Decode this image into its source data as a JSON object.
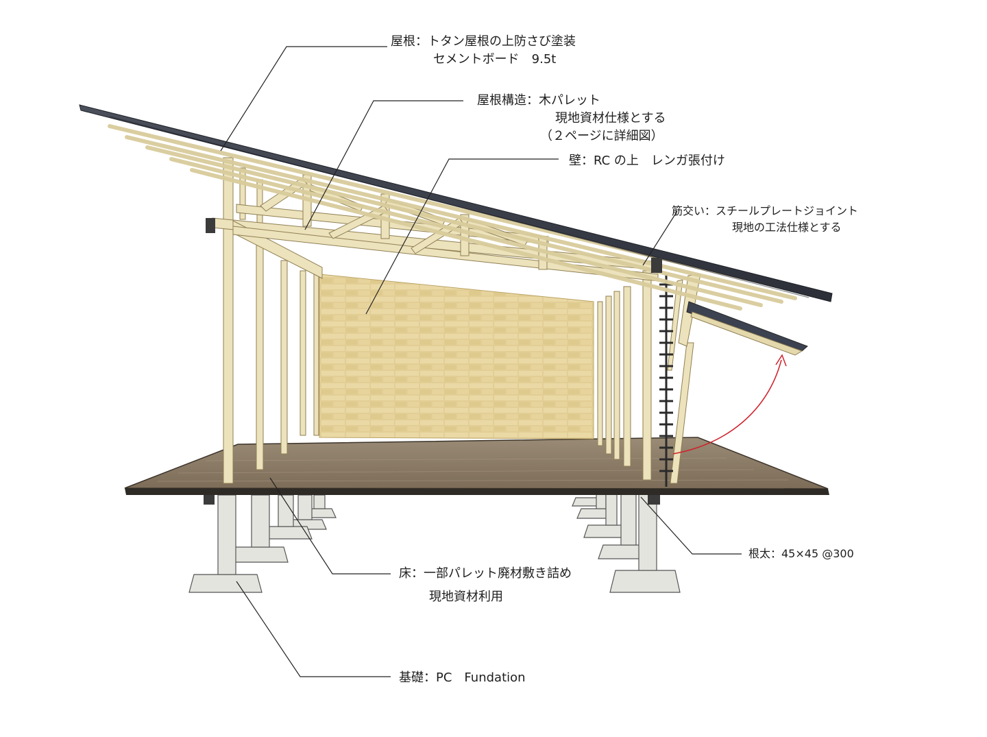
{
  "labels": {
    "roof": {
      "line1": "屋根：トタン屋根の上防さび塗装",
      "line2": "セメントボード　9.5t"
    },
    "roof_structure": {
      "line1": "屋根構造：木パレット",
      "line2": "現地資材仕様とする",
      "line3": "（２ページに詳細図）"
    },
    "wall": {
      "line1": "壁：RC の上　レンガ張付け"
    },
    "brace": {
      "line1": "筋交い：スチールプレートジョイント",
      "line2": "現地の工法仕様とする"
    },
    "joist": {
      "line1": "根太：45×45 @300"
    },
    "floor": {
      "line1": "床：一部パレット廃材敷き詰め",
      "line2": "現地資材利用"
    },
    "foundation": {
      "line1": "基礎：PC　Fundation"
    }
  },
  "colors": {
    "roof_dark": "#3a3f4a",
    "wood_light": "#e8dcb0",
    "wood_edge": "#9c8c5c",
    "brick": "#d9c27a",
    "floor": "#8a7a66",
    "concrete": "#e2e2dc",
    "leader": "#222222",
    "arrow": "#d0202a"
  }
}
